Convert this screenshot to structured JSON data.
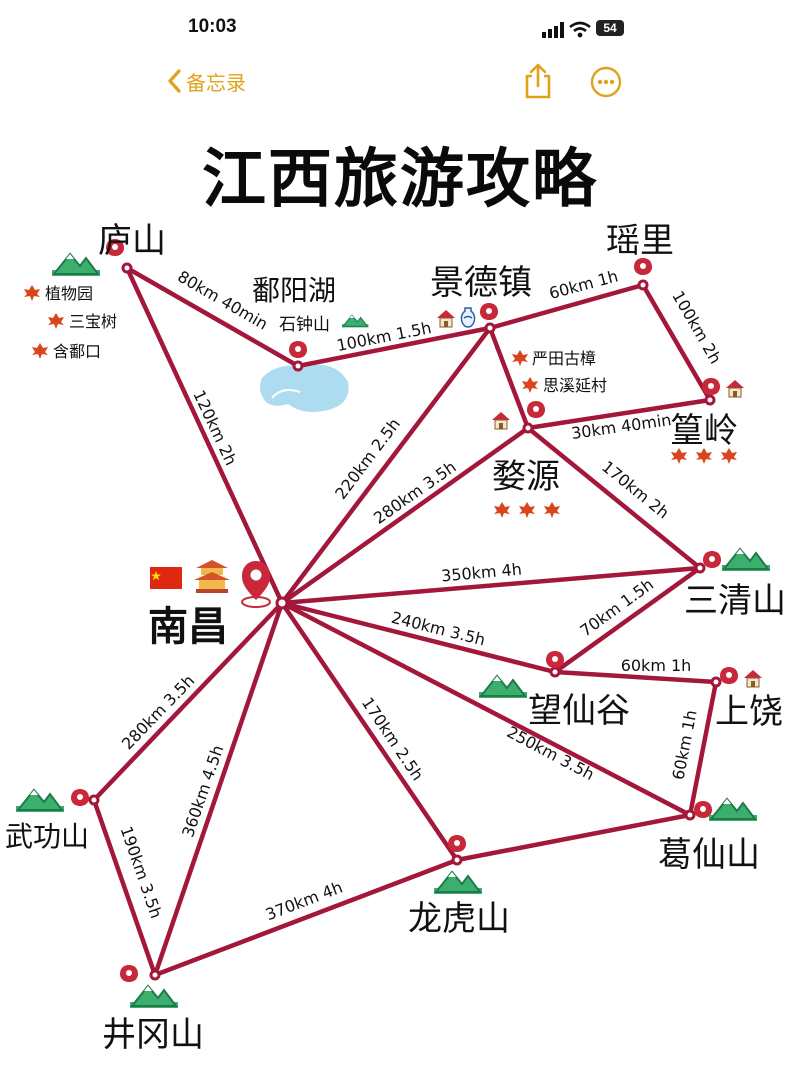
{
  "status_bar": {
    "time": "10:03",
    "battery": "54"
  },
  "nav": {
    "back_label": "备忘录",
    "share_icon": "share-icon",
    "more_icon": "more-icon"
  },
  "title": "江西旅游攻略",
  "colors": {
    "route": "#A3173A",
    "pin": "#C8283A",
    "accent": "#E0A21A",
    "mountain": "#3CAF6E",
    "water": "#9FD6EE"
  },
  "places": {
    "lushan": "庐山",
    "poyanghu": "鄱阳湖",
    "shizhongshan": "石钟山",
    "jingdezhen": "景德镇",
    "yaoli": "瑶里",
    "huangling": "篁岭",
    "wuyuan": "婺源",
    "nanchang": "南昌",
    "sanqingshan": "三清山",
    "wangxiangu": "望仙谷",
    "shangrao": "上饶",
    "wugongshan": "武功山",
    "gexianshan": "葛仙山",
    "longhushan": "龙虎山",
    "jinggangshan": "井冈山"
  },
  "notes": {
    "lushan": [
      "植物园",
      "三宝树",
      "含鄱口"
    ],
    "wuyuan": [
      "严田古樟",
      "思溪延村"
    ]
  },
  "routes": {
    "lushan_poyanghu": "80km 40min",
    "poyanghu_jingdezhen": "100km 1.5h",
    "jingdezhen_yaoli": "60km 1h",
    "yaoli_huangling": "100km 2h",
    "wuyuan_huangling": "30km 40min",
    "wuyuan_sanqingshan": "170km 2h",
    "lushan_nanchang": "120km 2h",
    "nanchang_jingdezhen": "220km 2.5h",
    "nanchang_wuyuan": "280km 3.5h",
    "nanchang_sanqingshan": "350km 4h",
    "nanchang_wangxiangu": "240km 3.5h",
    "wangxiangu_sanqingshan": "70km 1.5h",
    "wangxiangu_shangrao": "60km 1h",
    "shangrao_gexianshan": "60km 1h",
    "nanchang_gexianshan": "250km 3.5h",
    "nanchang_longhushan": "170km 2.5h",
    "nanchang_wugongshan": "280km 3.5h",
    "nanchang_jinggangshan": "360km 4.5h",
    "wugongshan_jinggangshan": "190km 3.5h",
    "jinggangshan_longhushan": "370km 4h"
  }
}
